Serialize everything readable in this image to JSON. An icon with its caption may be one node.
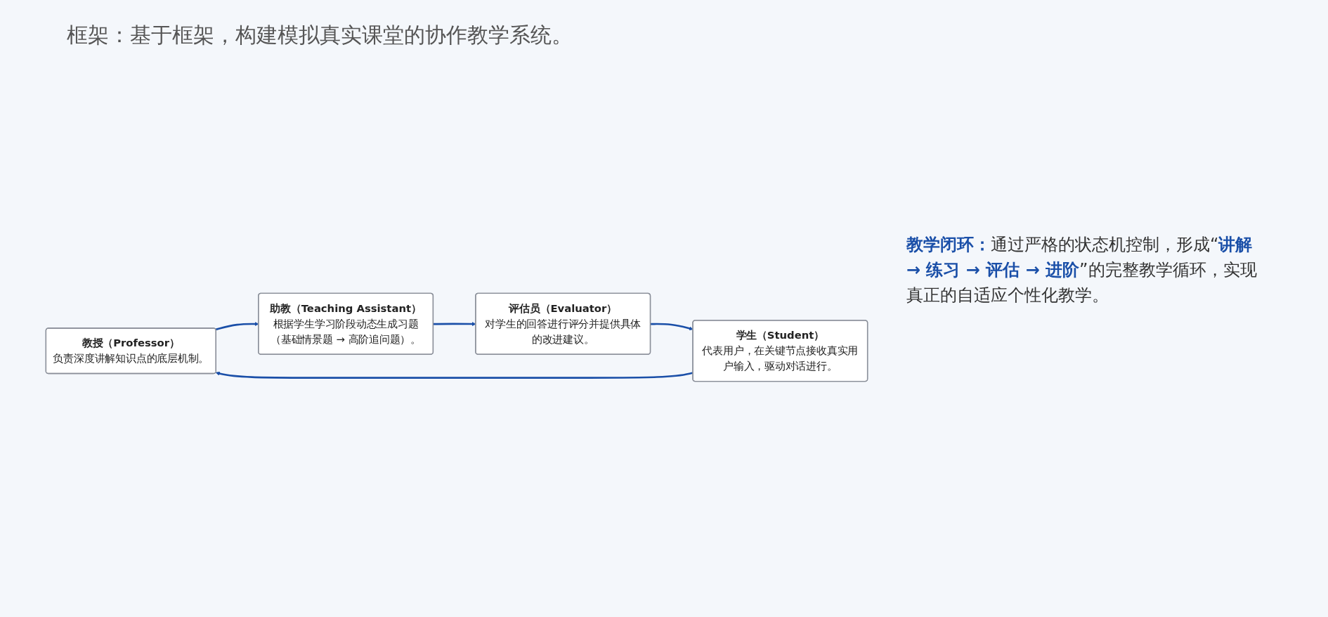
{
  "diagram": {
    "title": "框架：基于框架，构建模拟真实课堂的协作教学系统。",
    "nodes": [
      {
        "text": [
          "教授（Professor）",
          "负责深度讲解知识点的底层机制。"
        ]
      },
      {
        "text": [
          "学生（Student）",
          "代表用户，在关键节点接收真实用户输入，驱动对话进行。"
        ]
      },
      {
        "text": [
          "助教（Teaching Assistant）",
          "根据学生学习阶段动态生成习题（基础情景题 → 高阶追问题）。"
        ]
      },
      {
        "text": [
          "评估员（Evaluator）",
          "对学生的回答进行评分并提供具体的改进建议。"
        ]
      }
    ],
    "edges": [
      {
        "from": 1,
        "to": 0,
        "arrow": "to"
      },
      {
        "from": 0,
        "to": 2,
        "arrow": "to"
      },
      {
        "from": 2,
        "to": 3,
        "arrow": "to"
      },
      {
        "from": 3,
        "to": 1,
        "arrow": "to"
      }
    ],
    "labels": [
      "**教学闭环：**通过严格的状态机控制，形成“**讲解 → 练习 → 评估 → 进阶**”的完整教学循环，实现真正的自适应个性化教学。"
    ]
  }
}
